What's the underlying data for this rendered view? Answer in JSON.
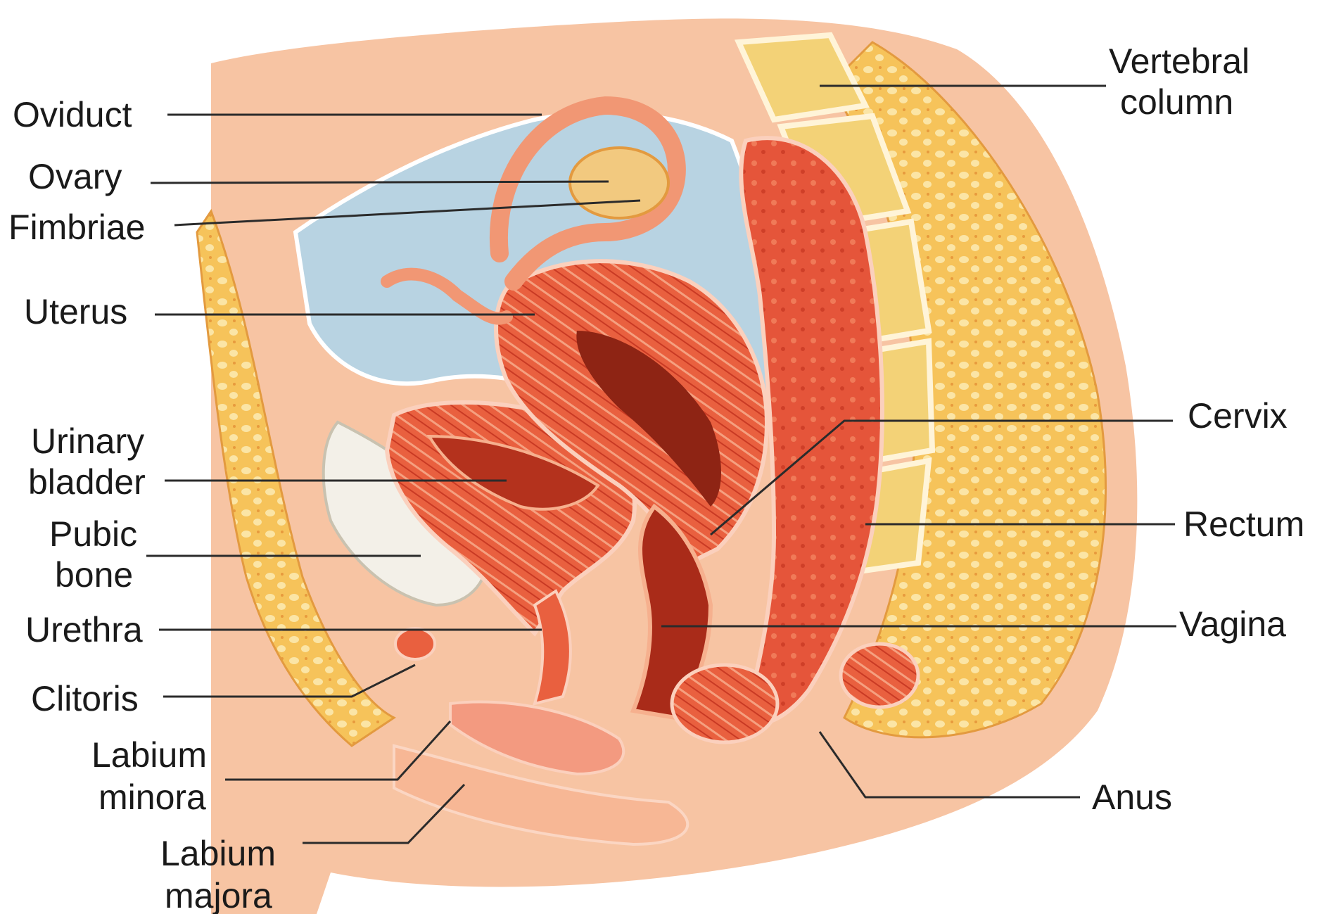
{
  "colors": {
    "background": "#ffffff",
    "fat": "#f6c35a",
    "skin": "#f7b795",
    "muscle": "#e8553a",
    "muscle_dark": "#c9331f",
    "peritoneum": "#a9c8da",
    "bone": "#f3d277",
    "label_text": "#1a1a1a"
  },
  "labels": {
    "oviduct": "Oviduct",
    "ovary": "Ovary",
    "fimbriae": "Fimbriae",
    "uterus": "Uterus",
    "urinary_bladder_1": "Urinary",
    "urinary_bladder_2": "bladder",
    "pubic_bone_1": "Pubic",
    "pubic_bone_2": "bone",
    "urethra": "Urethra",
    "clitoris": "Clitoris",
    "labium_minora_1": "Labium",
    "labium_minora_2": "minora",
    "labium_majora_1": "Labium",
    "labium_majora_2": "majora",
    "vertebral_column_1": "Vertebral",
    "vertebral_column_2": "column",
    "cervix": "Cervix",
    "rectum": "Rectum",
    "vagina": "Vagina",
    "anus": "Anus"
  }
}
